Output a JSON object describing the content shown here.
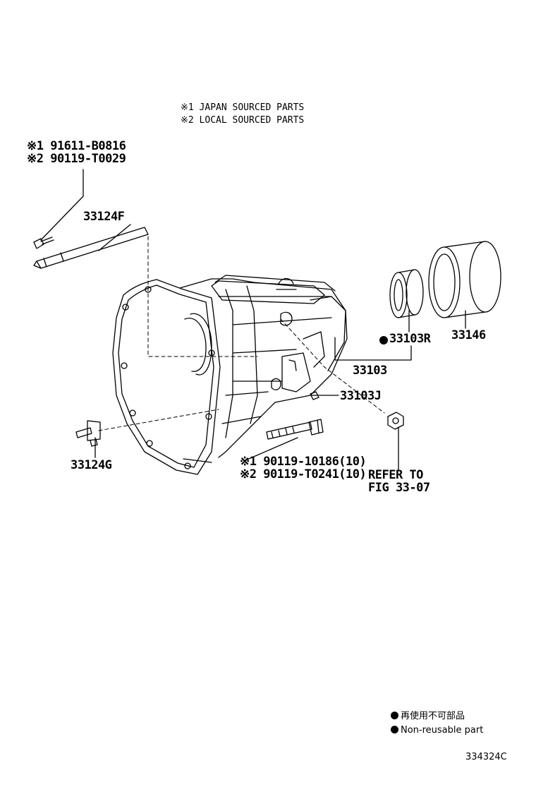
{
  "notes": {
    "note1": "※1 JAPAN SOURCED PARTS",
    "note2": "※2 LOCAL SOURCED PARTS"
  },
  "parts": {
    "bolt_top_1": "※1 91611-B0816",
    "bolt_top_2": "※2 90119-T0029",
    "p33124F": "33124F",
    "p33103R": "33103R",
    "p33146": "33146",
    "p33103": "33103",
    "p33103J": "33103J",
    "p33124G": "33124G",
    "bolt_bottom_1": "※1 90119-10186(10)",
    "bolt_bottom_2": "※2 90119-T0241(10)",
    "refer_1": "REFER TO",
    "refer_2": "FIG 33-07"
  },
  "legend": {
    "jp": "再使用不可部品",
    "en": "Non-reusable part",
    "marker": "non-reusable-dot"
  },
  "figure_id": "334324C"
}
